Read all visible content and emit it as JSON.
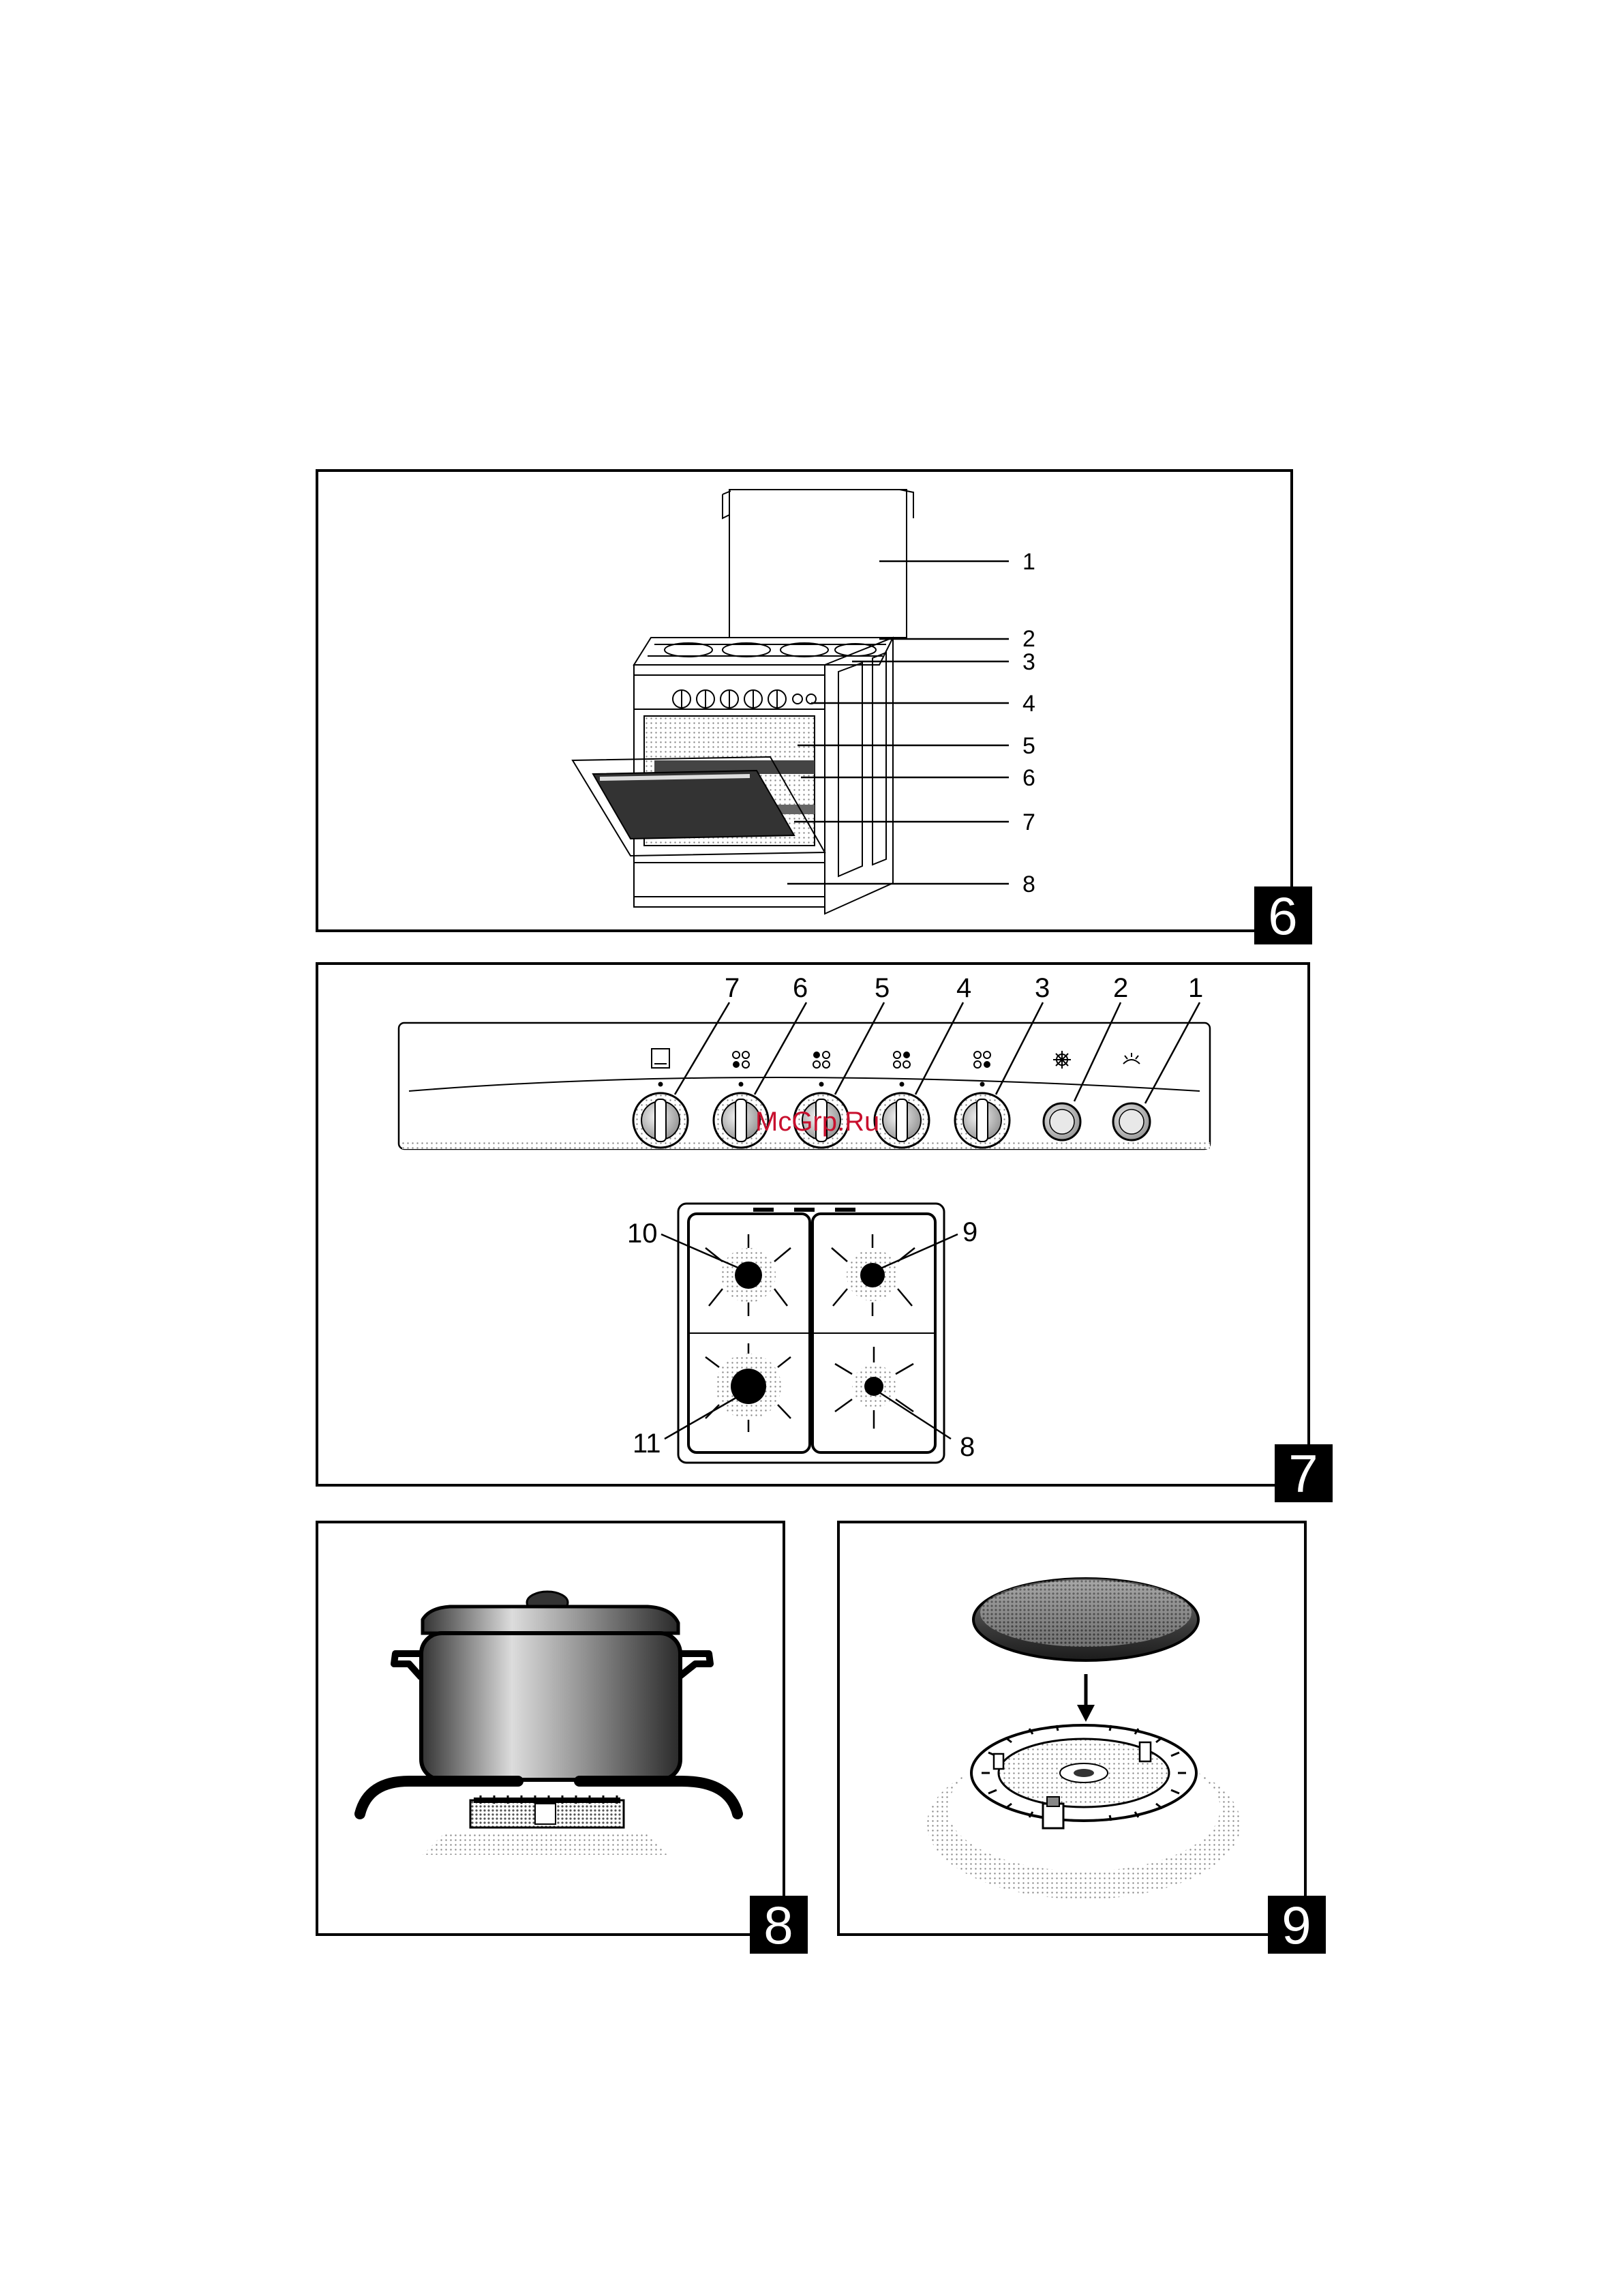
{
  "figures": {
    "fig6": {
      "number": "6",
      "callouts": [
        "1",
        "2",
        "3",
        "4",
        "5",
        "6",
        "7",
        "8"
      ]
    },
    "fig7": {
      "number": "7",
      "knob_callouts": [
        "7",
        "6",
        "5",
        "4",
        "3",
        "2",
        "1"
      ],
      "burner_callouts": [
        "10",
        "9",
        "11",
        "8"
      ]
    },
    "fig8": {
      "number": "8"
    },
    "fig9": {
      "number": "9"
    }
  },
  "watermark": "McGrp.Ru",
  "colors": {
    "line": "#000000",
    "watermark": "#c8102e",
    "shade": "#7a7a7a"
  }
}
